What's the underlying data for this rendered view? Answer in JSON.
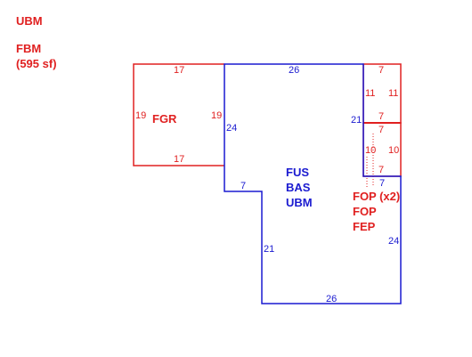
{
  "colors": {
    "red": "#e02020",
    "blue": "#1a1ad0"
  },
  "header": {
    "line1": "UBM",
    "line2": "FBM",
    "line3": "(595 sf)"
  },
  "garage": {
    "label": "FGR",
    "dim_top": "17",
    "dim_bottom": "17",
    "dim_left": "19",
    "dim_right": "19"
  },
  "house": {
    "label_lines": [
      "FUS",
      "BAS",
      "UBM"
    ],
    "dim_top": "26",
    "dim_left_upper": "24",
    "dim_step": "7",
    "dim_left_lower": "21",
    "dim_bottom": "26",
    "dim_right_lower": "24",
    "dim_porch_side": "21"
  },
  "porch": {
    "label_lines": [
      "FOP (x2)",
      "FOP",
      "FEP"
    ],
    "top_section": {
      "dim_top": "7",
      "dim_left": "11",
      "dim_right": "11",
      "dim_bottom": "7"
    },
    "bottom_section": {
      "dim_top": "7",
      "dim_left": "10",
      "dim_right": "10",
      "dim_bottom": "7"
    },
    "dim_below": "7"
  }
}
